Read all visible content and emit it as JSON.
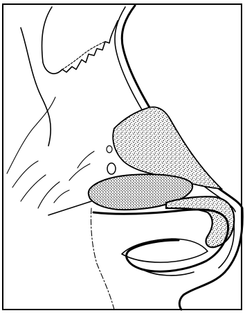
{
  "figure": {
    "kind": "anatomical line drawing",
    "colors": {
      "ink": "#000000",
      "background": "#ffffff",
      "stipple": "#000000"
    },
    "parts": [
      "frame-border",
      "nasal-bone",
      "skin-profile",
      "upper-lateral-cartilage",
      "lower-lateral-cartilage",
      "sesamoid-cartilage",
      "alar-lobule",
      "nostril",
      "pointer-line"
    ]
  }
}
